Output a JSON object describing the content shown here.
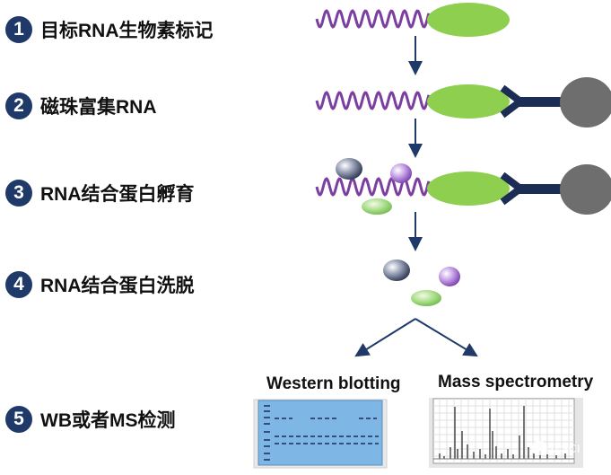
{
  "steps": [
    {
      "number": "1",
      "label": "目标RNA生物素标记"
    },
    {
      "number": "2",
      "label": "磁珠富集RNA"
    },
    {
      "number": "3",
      "label": "RNA结合蛋白孵育"
    },
    {
      "number": "4",
      "label": "RNA结合蛋白洗脱"
    },
    {
      "number": "5",
      "label": "WB或者MS检测"
    }
  ],
  "panels": {
    "western": {
      "title": "Western blotting"
    },
    "mass": {
      "title": "Mass spectrometry"
    }
  },
  "watermark": {
    "text": "iZSCI"
  },
  "colors": {
    "badge": "#1f3a68",
    "rna_wave": "#7b3fa0",
    "biotin": "#8fcf4f",
    "streptavidin": "#1b2d55",
    "bead": "#6e6e6e",
    "arrow": "#1f3a68",
    "western_membrane": "#7eb6e6"
  }
}
